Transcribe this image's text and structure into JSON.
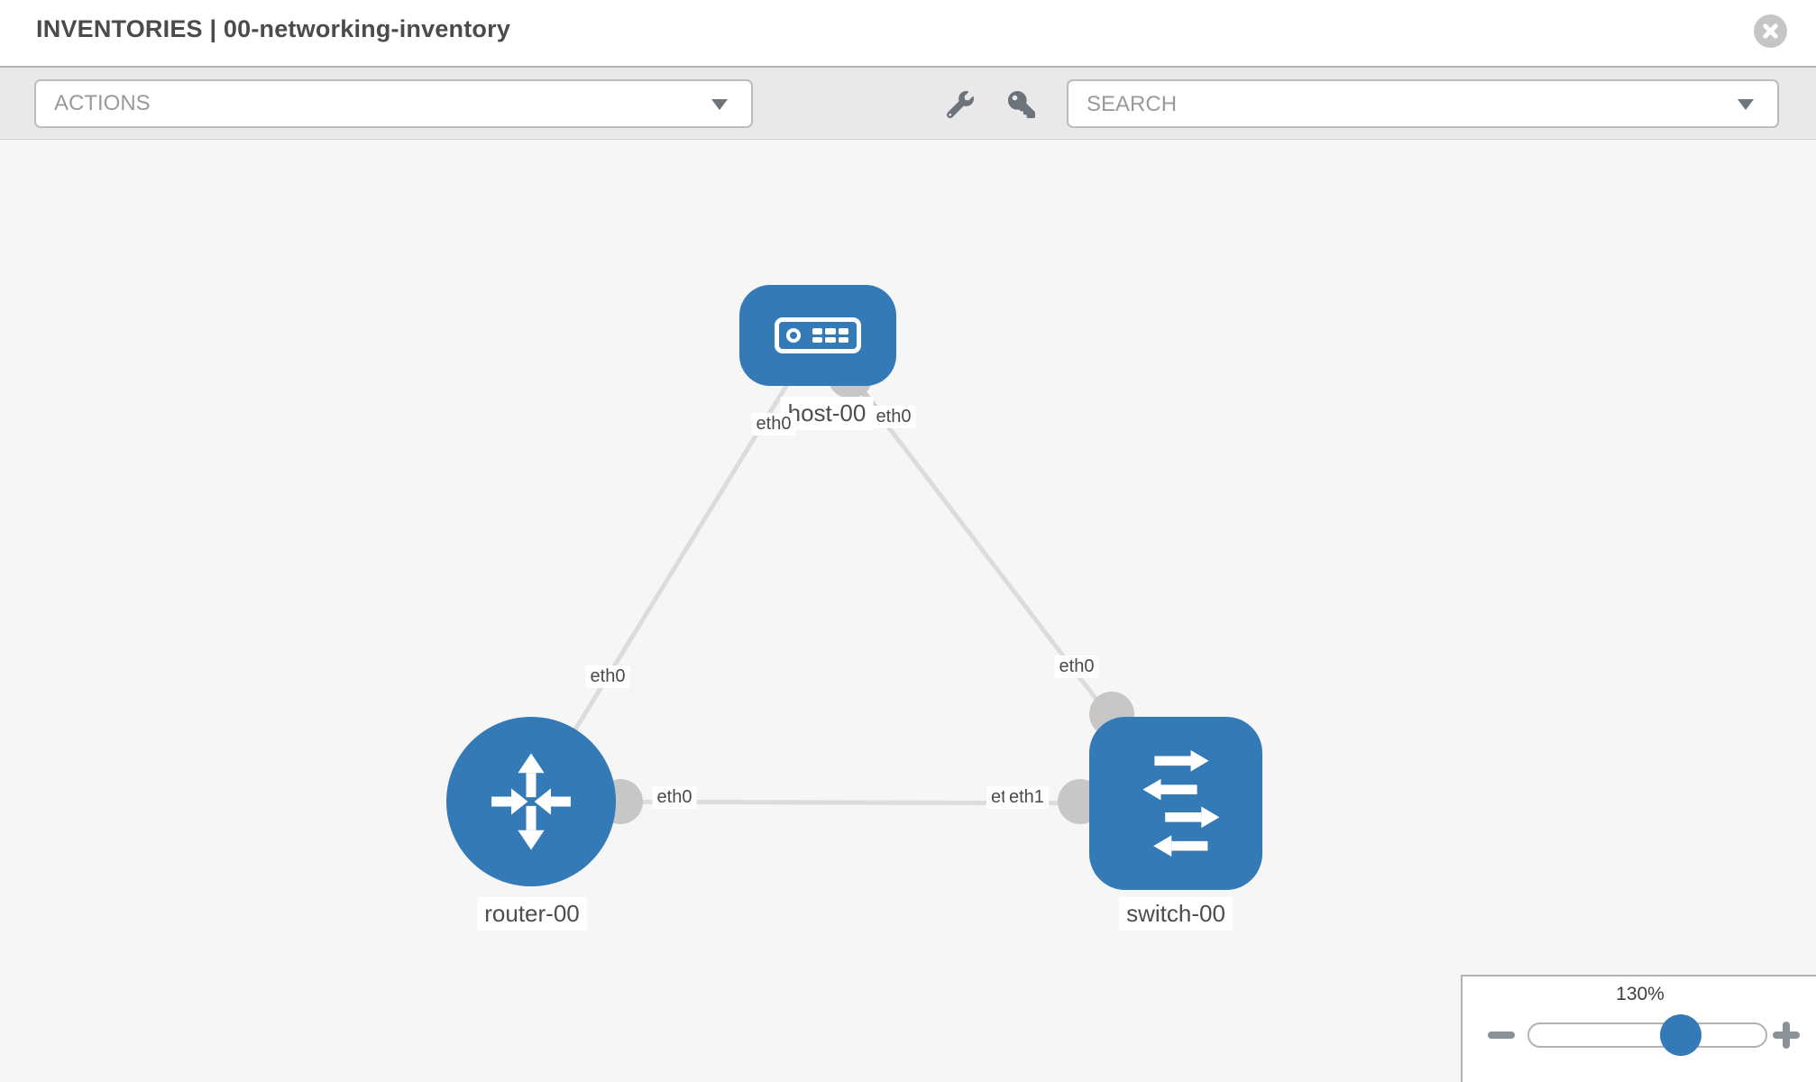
{
  "header": {
    "title": "INVENTORIES | 00-networking-inventory",
    "close_icon": "close-x-icon"
  },
  "toolbar": {
    "actions_label": "ACTIONS",
    "search_placeholder": "SEARCH",
    "icons": [
      "wrench-icon",
      "key-icon"
    ]
  },
  "topology": {
    "nodes": [
      {
        "label": "host-00",
        "type": "host",
        "icon": "server-icon"
      },
      {
        "label": "router-00",
        "type": "router",
        "icon": "router-arrows-icon"
      },
      {
        "label": "switch-00",
        "type": "switch",
        "icon": "switch-arrows-icon"
      }
    ],
    "links": [
      {
        "from": "host-00",
        "to": "router-00",
        "from_label": "eth0",
        "to_label": "eth0"
      },
      {
        "from": "host-00",
        "to": "switch-00",
        "from_label": "eth0",
        "to_label": "eth0"
      },
      {
        "from": "router-00",
        "to": "switch-00",
        "from_label": "eth0",
        "to_label": "eth1",
        "to_label_hidden": "eth0"
      }
    ]
  },
  "zoom_control": {
    "level": "130%",
    "minus_icon": "minus-icon",
    "plus_icon": "plus-icon"
  },
  "colors": {
    "node_blue": "#337ab7",
    "link_gray": "#dcdcdc",
    "port_gray": "#c7c7c7"
  }
}
